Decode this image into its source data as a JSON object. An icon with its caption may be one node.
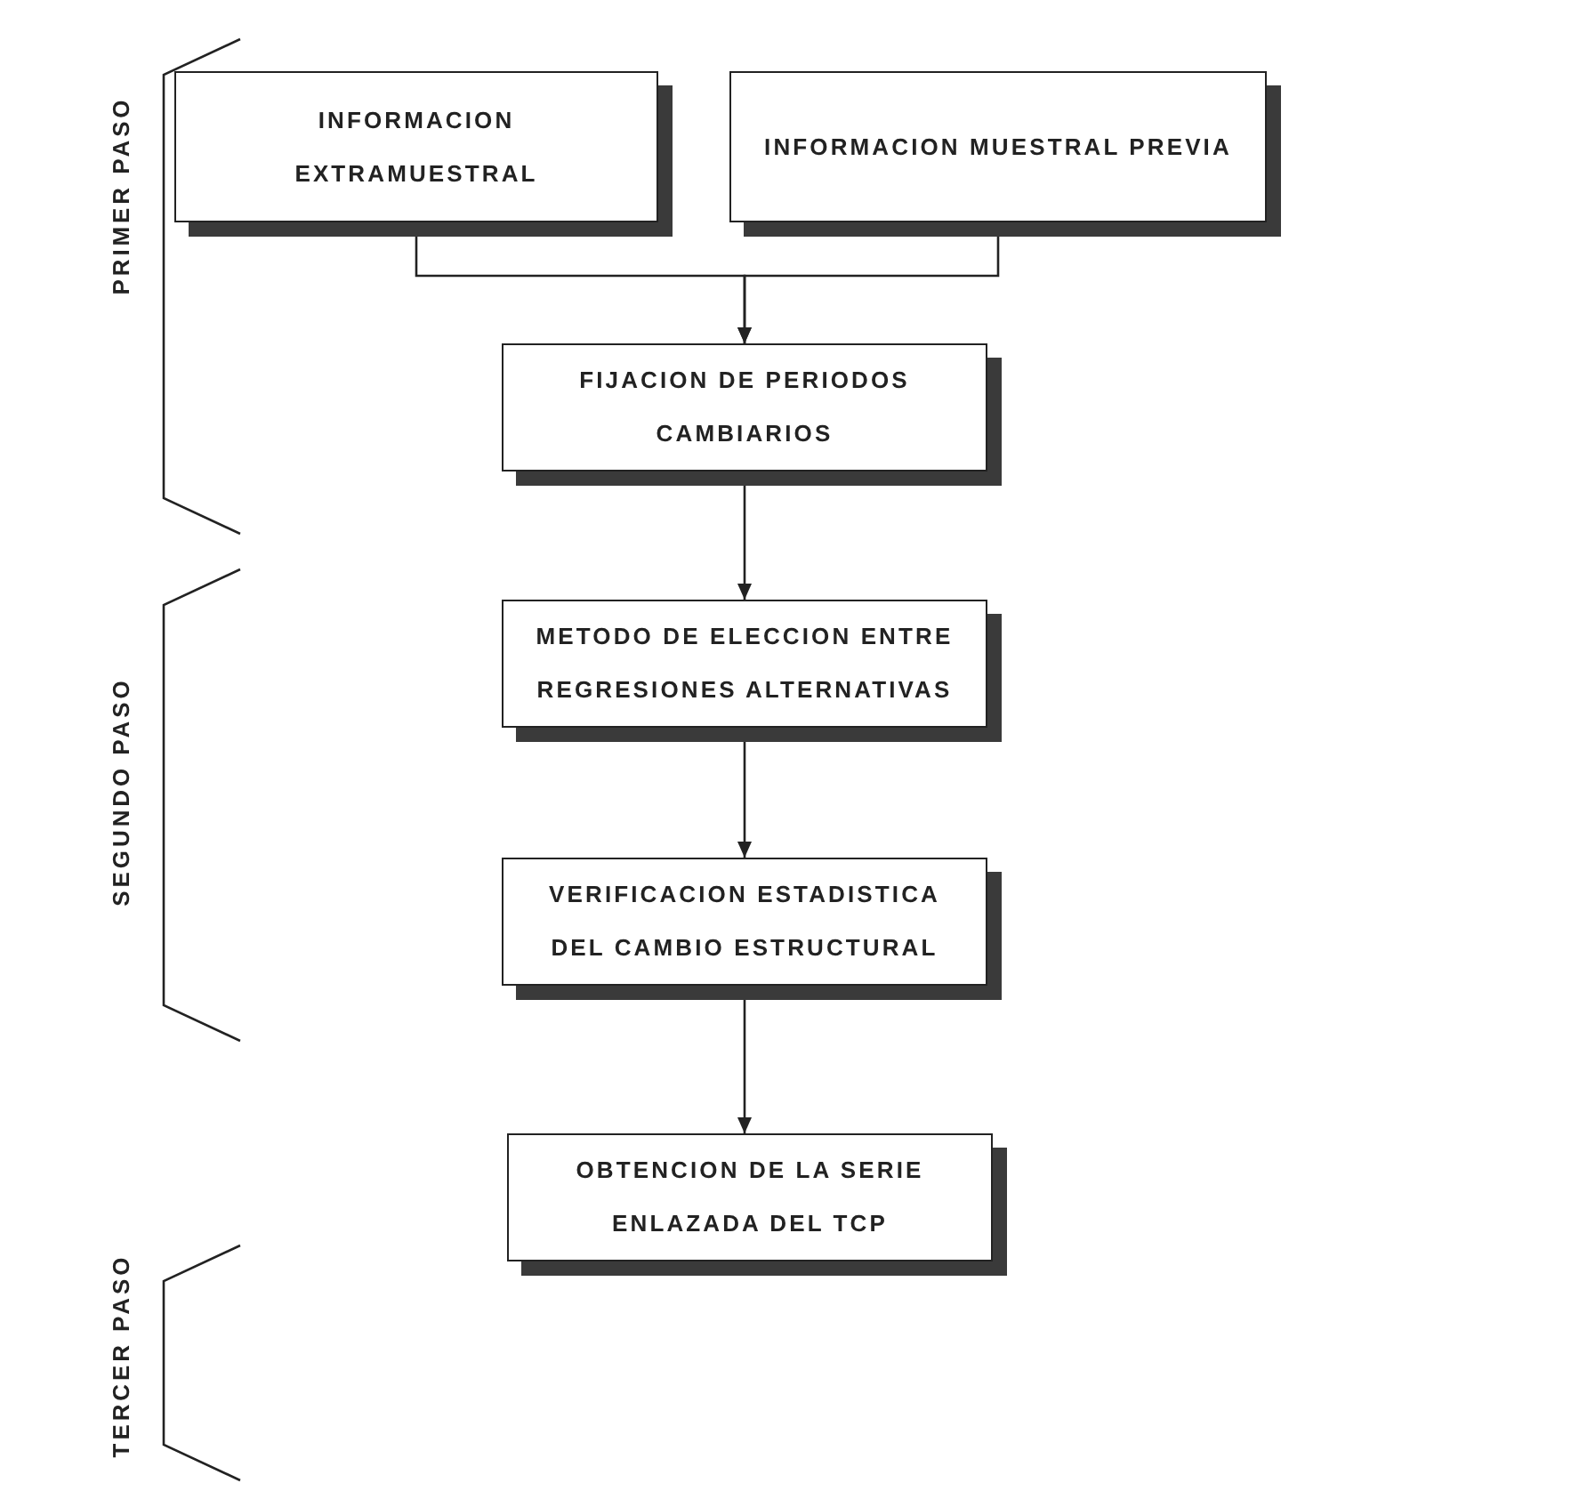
{
  "diagram": {
    "nodes": [
      {
        "text": [
          "INFORMACION EXTRAMUESTRAL"
        ]
      },
      {
        "text": [
          "INFORMACION MUESTRAL PREVIA"
        ]
      },
      {
        "text": [
          "FIJACION DE PERIODOS CAMBIARIOS"
        ]
      },
      {
        "text": [
          "METODO DE ELECCION ENTRE REGRESIONES ALTERNATIVAS"
        ]
      },
      {
        "text": [
          "VERIFICACION ESTADISTICA DEL CAMBIO ESTRUCTURAL"
        ]
      },
      {
        "text": [
          "OBTENCION DE LA SERIE ENLAZADA DEL TCP"
        ]
      }
    ],
    "edges": [
      {
        "from": 0,
        "to": 2,
        "arrow": "to"
      },
      {
        "from": 1,
        "to": 2,
        "arrow": "to"
      },
      {
        "from": 2,
        "to": 3,
        "arrow": "to"
      },
      {
        "from": 3,
        "to": 4,
        "arrow": "to"
      },
      {
        "from": 4,
        "to": 5,
        "arrow": "to"
      }
    ],
    "labels": [
      "PRIMER PASO",
      "SEGUNDO PASO",
      "TERCER PASO"
    ]
  }
}
